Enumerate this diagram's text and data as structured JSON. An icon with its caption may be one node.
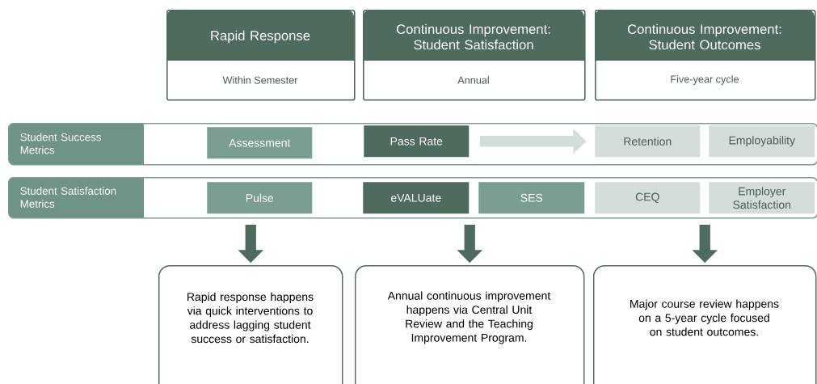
{
  "diagram": {
    "nodes": [
      {
        "text": [
          "Rapid Response",
          "Within Semester"
        ]
      },
      {
        "text": [
          "Continuous Improvement: Student Satisfaction",
          "Annual"
        ]
      },
      {
        "text": [
          "Continuous Improvement: Student Outcomes",
          "Five-year cycle"
        ]
      },
      {
        "text": [
          "Student Success Metrics"
        ]
      },
      {
        "text": [
          "Assessment"
        ],
        "in": 3
      },
      {
        "text": [
          "Pass Rate"
        ],
        "in": 3
      },
      {
        "text": [
          "Retention"
        ],
        "in": 3
      },
      {
        "text": [
          "Employability"
        ],
        "in": 3
      },
      {
        "text": [
          "Student Satisfaction Metrics"
        ]
      },
      {
        "text": [
          "Pulse"
        ],
        "in": 8
      },
      {
        "text": [
          "eVALUate"
        ],
        "in": 8
      },
      {
        "text": [
          "SES"
        ],
        "in": 8
      },
      {
        "text": [
          "CEQ"
        ],
        "in": 8
      },
      {
        "text": [
          "Employer Satisfaction"
        ],
        "in": 8
      },
      {
        "text": [
          "Rapid response happens via quick interventions to address lagging student success or satisfaction."
        ]
      },
      {
        "text": [
          "Annual continuous improvement happens via Central Unit Review and the Teaching Improvement Program."
        ]
      },
      {
        "text": [
          "Major course review happens on a 5-year cycle focused on student outcomes."
        ]
      }
    ],
    "edges": [
      {
        "from": 5,
        "to": 6,
        "arrow": "to",
        "color": "#d3ded9"
      },
      {
        "from": 8,
        "to": 14,
        "arrow": "to"
      },
      {
        "from": 8,
        "to": 15,
        "arrow": "to"
      },
      {
        "from": 8,
        "to": 16,
        "arrow": "to"
      }
    ]
  }
}
